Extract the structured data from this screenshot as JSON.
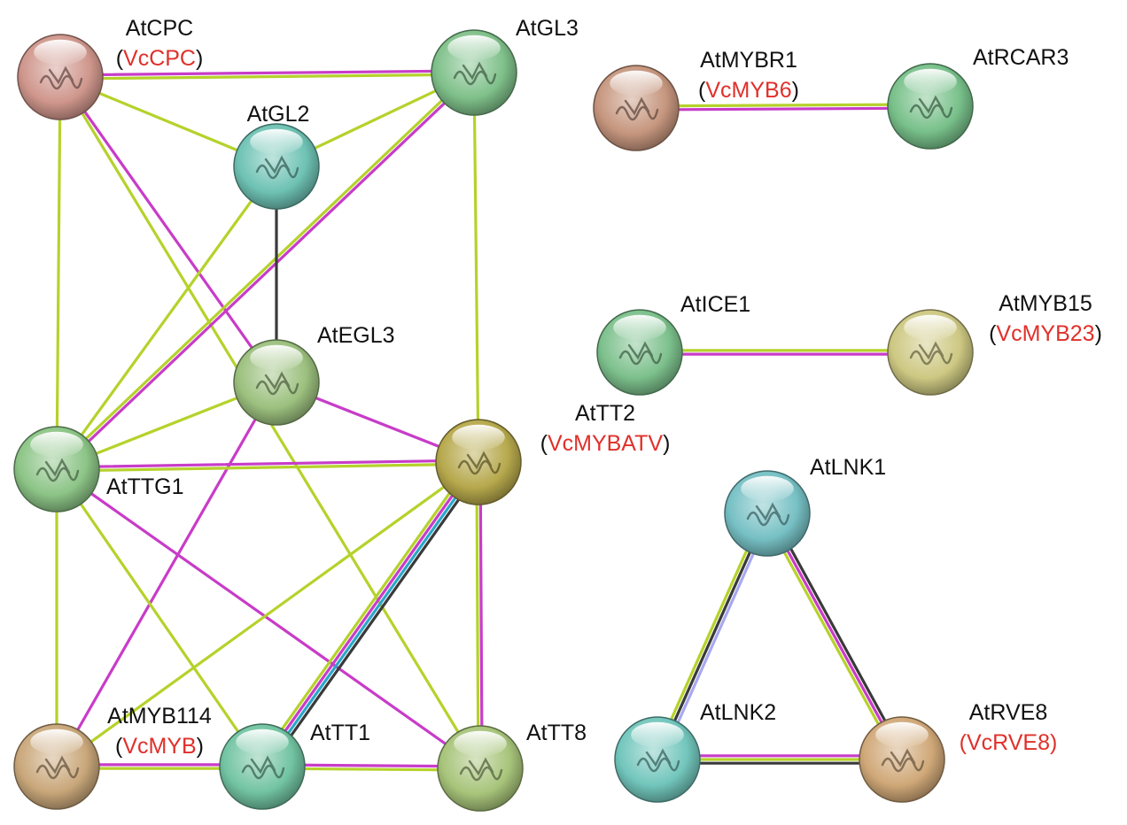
{
  "colors": {
    "yellowgreen": "#b5d22b",
    "magenta": "#c83cc8",
    "black": "#3a3a3a",
    "cyan": "#2aa8c8",
    "lavender": "#a8a8f0",
    "red_text": "#e0302a"
  },
  "nodes": [
    {
      "id": "AtCPC",
      "name": "AtCPC",
      "alias": "VcCPC",
      "color": "#cf968c"
    },
    {
      "id": "AtGL3",
      "name": "AtGL3",
      "alias": "",
      "color": "#7fc08a"
    },
    {
      "id": "AtGL2",
      "name": "AtGL2",
      "alias": "",
      "color": "#6ec2b4"
    },
    {
      "id": "AtEGL3",
      "name": "AtEGL3",
      "alias": "",
      "color": "#9cc07e"
    },
    {
      "id": "AtTTG1",
      "name": "AtTTG1",
      "alias": "",
      "color": "#8cc486"
    },
    {
      "id": "AtTT2",
      "name": "AtTT2",
      "alias": "VcMYBATV",
      "color": "#b6a84c"
    },
    {
      "id": "AtMYB114",
      "name": "AtMYB114",
      "alias": "VcMYB",
      "color": "#c9a77a"
    },
    {
      "id": "AtTT1",
      "name": "AtTT1",
      "alias": "",
      "color": "#72c4a2"
    },
    {
      "id": "AtTT8",
      "name": "AtTT8",
      "alias": "",
      "color": "#a7c47a"
    },
    {
      "id": "AtMYBR1",
      "name": "AtMYBR1",
      "alias": "VcMYB6",
      "color": "#c6967e"
    },
    {
      "id": "AtRCAR3",
      "name": "AtRCAR3",
      "alias": "",
      "color": "#78c08a"
    },
    {
      "id": "AtICE1",
      "name": "AtICE1",
      "alias": "",
      "color": "#7cc08c"
    },
    {
      "id": "AtMYB15",
      "name": "AtMYB15",
      "alias": "VcMYB23",
      "color": "#cdc882"
    },
    {
      "id": "AtLNK1",
      "name": "AtLNK1",
      "alias": "",
      "color": "#76c0c4"
    },
    {
      "id": "AtLNK2",
      "name": "AtLNK2",
      "alias": "",
      "color": "#72c6bc"
    },
    {
      "id": "AtRVE8",
      "name": "AtRVE8",
      "alias": "VcRVE8",
      "color": "#d0a878"
    }
  ],
  "edges": [
    {
      "from": "AtCPC",
      "to": "AtGL3",
      "types": [
        "magenta",
        "yellowgreen"
      ]
    },
    {
      "from": "AtCPC",
      "to": "AtGL2",
      "types": [
        "yellowgreen"
      ]
    },
    {
      "from": "AtCPC",
      "to": "AtEGL3",
      "types": [
        "magenta"
      ]
    },
    {
      "from": "AtCPC",
      "to": "AtTTG1",
      "types": [
        "yellowgreen"
      ]
    },
    {
      "from": "AtCPC",
      "to": "AtTT8",
      "types": [
        "yellowgreen"
      ]
    },
    {
      "from": "AtGL3",
      "to": "AtGL2",
      "types": [
        "yellowgreen"
      ]
    },
    {
      "from": "AtGL3",
      "to": "AtTTG1",
      "types": [
        "magenta",
        "yellowgreen"
      ]
    },
    {
      "from": "AtGL3",
      "to": "AtTT2",
      "types": [
        "yellowgreen"
      ]
    },
    {
      "from": "AtGL2",
      "to": "AtEGL3",
      "types": [
        "black"
      ]
    },
    {
      "from": "AtGL2",
      "to": "AtTTG1",
      "types": [
        "yellowgreen"
      ]
    },
    {
      "from": "AtEGL3",
      "to": "AtTTG1",
      "types": [
        "yellowgreen"
      ]
    },
    {
      "from": "AtEGL3",
      "to": "AtTT2",
      "types": [
        "magenta"
      ]
    },
    {
      "from": "AtEGL3",
      "to": "AtMYB114",
      "types": [
        "magenta"
      ]
    },
    {
      "from": "AtTTG1",
      "to": "AtTT2",
      "types": [
        "magenta",
        "yellowgreen"
      ]
    },
    {
      "from": "AtTTG1",
      "to": "AtMYB114",
      "types": [
        "yellowgreen"
      ]
    },
    {
      "from": "AtTTG1",
      "to": "AtTT1",
      "types": [
        "yellowgreen"
      ]
    },
    {
      "from": "AtTTG1",
      "to": "AtTT8",
      "types": [
        "magenta"
      ]
    },
    {
      "from": "AtTT2",
      "to": "AtMYB114",
      "types": [
        "yellowgreen"
      ]
    },
    {
      "from": "AtTT2",
      "to": "AtTT1",
      "types": [
        "black",
        "cyan",
        "magenta",
        "yellowgreen"
      ]
    },
    {
      "from": "AtTT2",
      "to": "AtTT8",
      "types": [
        "magenta",
        "yellowgreen"
      ]
    },
    {
      "from": "AtMYB114",
      "to": "AtTT1",
      "types": [
        "magenta",
        "yellowgreen"
      ]
    },
    {
      "from": "AtTT1",
      "to": "AtTT8",
      "types": [
        "magenta",
        "yellowgreen"
      ]
    },
    {
      "from": "AtMYBR1",
      "to": "AtRCAR3",
      "types": [
        "yellowgreen",
        "magenta"
      ]
    },
    {
      "from": "AtICE1",
      "to": "AtMYB15",
      "types": [
        "yellowgreen",
        "magenta"
      ]
    },
    {
      "from": "AtLNK1",
      "to": "AtLNK2",
      "types": [
        "lavender",
        "black",
        "yellowgreen"
      ]
    },
    {
      "from": "AtLNK1",
      "to": "AtRVE8",
      "types": [
        "black",
        "magenta",
        "yellowgreen"
      ]
    },
    {
      "from": "AtLNK2",
      "to": "AtRVE8",
      "types": [
        "magenta",
        "yellowgreen",
        "black"
      ]
    }
  ]
}
